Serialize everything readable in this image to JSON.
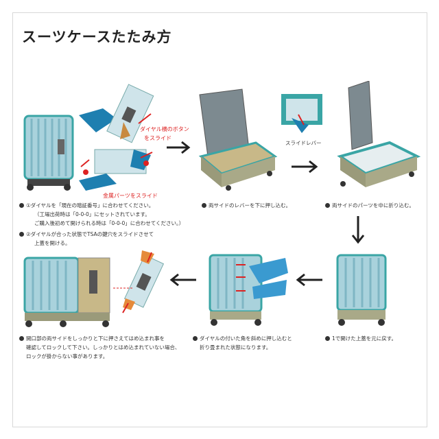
{
  "title": "スーツケースたたみ方",
  "labels": {
    "button_slide": "ダイヤル横のボタン",
    "button_slide2": "をスライド",
    "metal_slide": "金属パーツをスライド",
    "slide_lever": "スライドレバー"
  },
  "steps": {
    "s1_1": "①ダイヤルを「現在の暗証番号」に合わせてください。",
    "s1_1b": "（工場出荷時は「0-0-0」にセットされています。",
    "s1_1c": "ご購入後初めて開けられる時は「0-0-0」に合わせてください。）",
    "s1_2": "②ダイヤルが合った状態でTSAの鍵穴をスライドさせて",
    "s1_2b": "上蓋を開ける。",
    "s2": "両サイドのレバーを下に押し込む。",
    "s3": "両サイドのパーツを中に折り込む。",
    "s4": "1で開けた上蓋を元に戻す。",
    "s5": "ダイヤルの付いた角を斜めに押し込むと",
    "s5b": "折り畳まれた状態になります。",
    "s6": "開口部の両サイドをしっかりと下に押さえてはめ込まれ事を",
    "s6b": "確認してロックして下さい。しっかりとはめ込まれていない場合、",
    "s6c": "ロックが掛からない事があります。"
  },
  "colors": {
    "teal": "#3aa5a5",
    "shell": "#a9d2dc",
    "red": "#d22222",
    "dark": "#4a4a4a"
  }
}
